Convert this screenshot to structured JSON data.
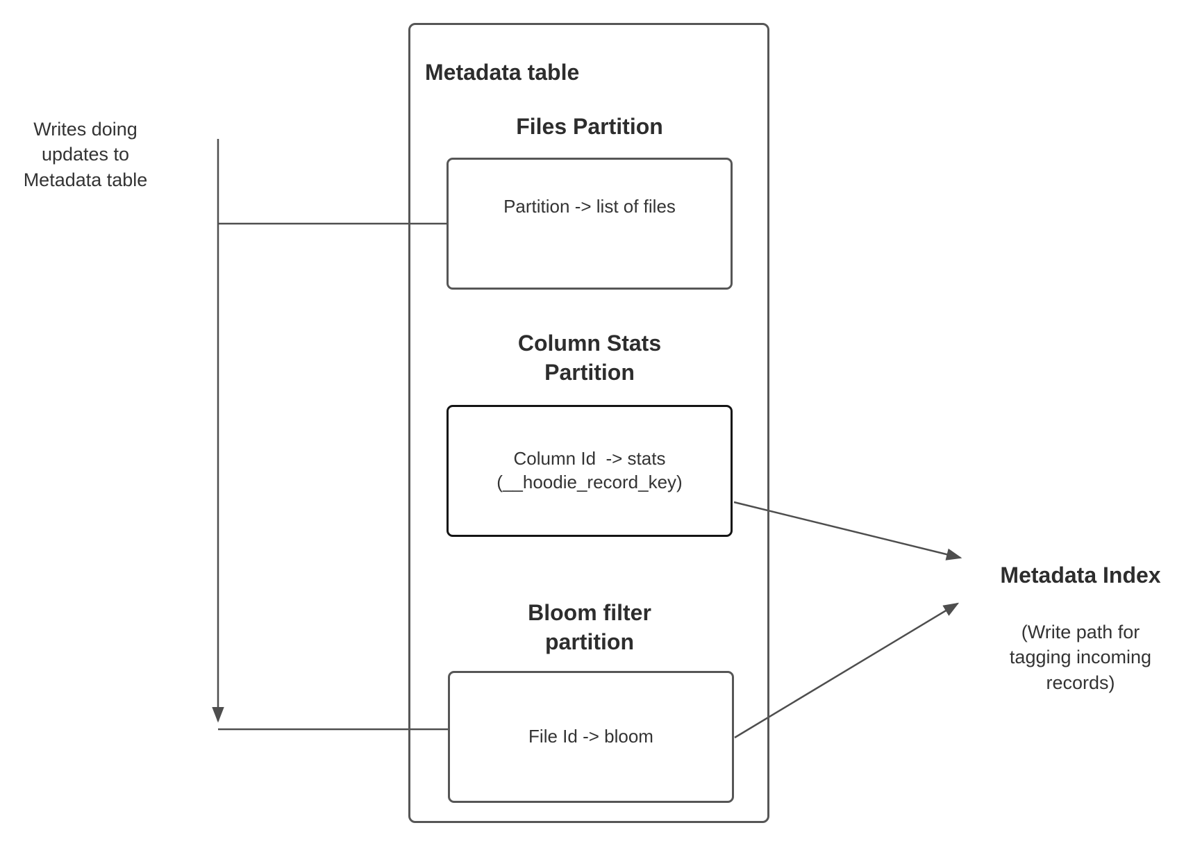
{
  "writes_label": "Writes doing\nupdates to\nMetadata table",
  "metadata_table": {
    "title": "Metadata table",
    "files_partition": {
      "heading": "Files Partition",
      "box_text": "Partition -> list of files"
    },
    "column_stats_partition": {
      "heading": "Column Stats\nPartition",
      "box_text": "Column Id  -> stats\n(__hoodie_record_key)"
    },
    "bloom_filter_partition": {
      "heading": "Bloom filter\npartition",
      "box_text": "File Id -> bloom"
    }
  },
  "metadata_index": {
    "title": "Metadata Index",
    "subtitle": "(Write path for\ntagging incoming\nrecords)"
  },
  "colors": {
    "background": "#ffffff",
    "text": "#333333",
    "heading": "#2d2d2d",
    "border": "#565656",
    "border_dark": "#141414",
    "connector": "#4e4e4e"
  }
}
